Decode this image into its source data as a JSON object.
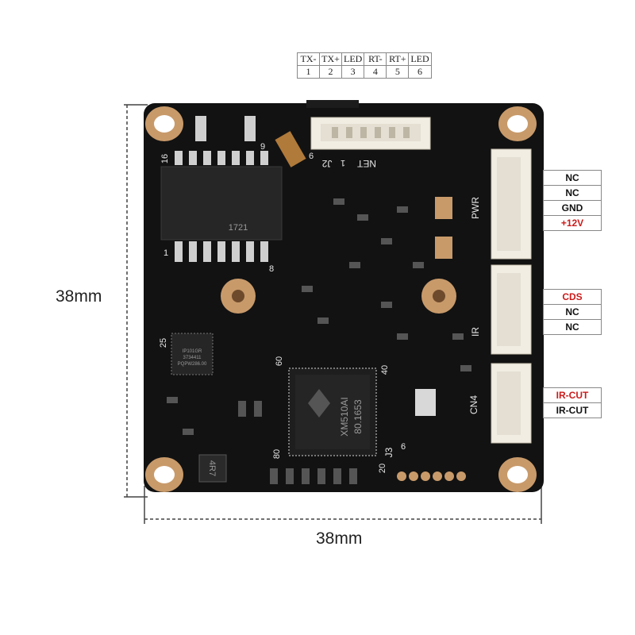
{
  "pin_header": {
    "names": [
      "TX-",
      "TX+",
      "LED",
      "RT-",
      "RT+",
      "LED"
    ],
    "numbers": [
      "1",
      "2",
      "3",
      "4",
      "5",
      "6"
    ]
  },
  "power_connector": {
    "pins": [
      {
        "label": "NC",
        "color": "#111111"
      },
      {
        "label": "NC",
        "color": "#111111"
      },
      {
        "label": "GND",
        "color": "#111111"
      },
      {
        "label": "+12V",
        "color": "#cc1a1a"
      }
    ]
  },
  "cds_connector": {
    "pins": [
      {
        "label": "CDS",
        "color": "#cc1a1a"
      },
      {
        "label": "NC",
        "color": "#111111"
      },
      {
        "label": "NC",
        "color": "#111111"
      }
    ]
  },
  "ircut_connector": {
    "pins": [
      {
        "label": "IR-CUT",
        "color": "#cc1a1a"
      },
      {
        "label": "IR-CUT",
        "color": "#111111"
      }
    ]
  },
  "dimensions": {
    "height_label": "38mm",
    "width_label": "38mm"
  },
  "board": {
    "soc_marking_1": "XM510AI",
    "soc_marking_2": "80.1653",
    "ic_marking_1": "IP101GR",
    "ic_marking_2": "3734411",
    "ic_marking_3": "PQPW286.00",
    "silk_net": "NET",
    "silk_j2": "J2",
    "silk_pwr": "PWR",
    "silk_ir": "IR",
    "silk_cn4": "CN4",
    "silk_j3": "J3",
    "inductor": "4R7",
    "pin_16": "16",
    "pin_9": "9",
    "pin_1": "1",
    "pin_8": "8",
    "pin_25": "25",
    "pin_60": "60",
    "pin_40": "40",
    "pin_20": "20",
    "pin_80": "80",
    "pin_6": "6",
    "j2_1": "1",
    "j2_6": "6",
    "transformer_code": "1721"
  },
  "colors": {
    "pcb": "#121212",
    "pad_ring": "#c89a6a",
    "connector": "#f1ede3",
    "dim_line": "#444444",
    "accent_red": "#cc1a1a"
  }
}
